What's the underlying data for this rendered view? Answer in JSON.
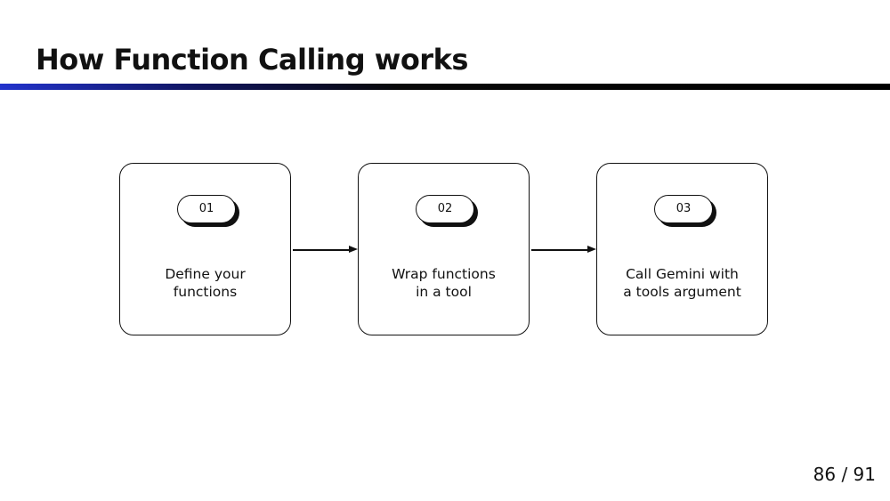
{
  "slide": {
    "title": "How Function Calling works"
  },
  "steps": [
    {
      "number": "01",
      "line1": "Define your",
      "line2": "functions"
    },
    {
      "number": "02",
      "line1": "Wrap functions",
      "line2": "in a tool"
    },
    {
      "number": "03",
      "line1": "Call Gemini with",
      "line2": "a tools argument"
    }
  ],
  "pagination": {
    "current": "86",
    "separator": "/",
    "total": "91"
  }
}
